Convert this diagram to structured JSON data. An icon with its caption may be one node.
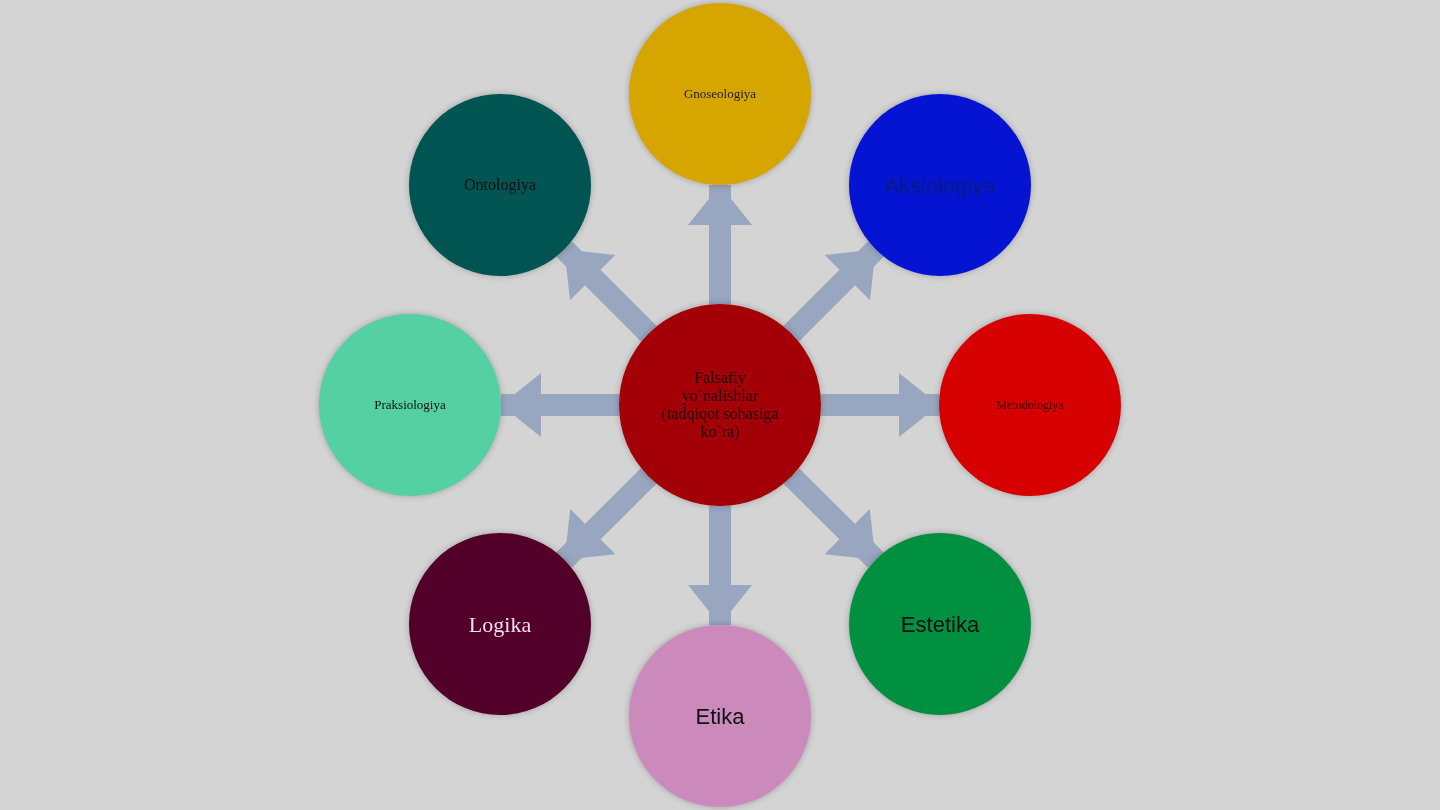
{
  "diagram": {
    "nodes": [
      {
        "text": [
          "Falsafiy yo`nalishlar (tadqiqot sohasiga ko`ra)"
        ]
      },
      {
        "text": [
          "Gnoseologiya"
        ]
      },
      {
        "text": [
          "Ontologiya"
        ]
      },
      {
        "text": [
          "Aksiologiya"
        ]
      },
      {
        "text": [
          "Praksiologiya"
        ]
      },
      {
        "text": [
          "Metodologiya"
        ]
      },
      {
        "text": [
          "Logika"
        ]
      },
      {
        "text": [
          "Estetika"
        ]
      },
      {
        "text": [
          "Etika"
        ]
      }
    ],
    "edges": [
      {
        "from": 0,
        "to": 1,
        "arrow": "to"
      },
      {
        "from": 0,
        "to": 3,
        "arrow": "to"
      },
      {
        "from": 0,
        "to": 5,
        "arrow": "to"
      },
      {
        "from": 0,
        "to": 7,
        "arrow": "to"
      },
      {
        "from": 0,
        "to": 8,
        "arrow": "to"
      },
      {
        "from": 0,
        "to": 6,
        "arrow": "to"
      },
      {
        "from": 0,
        "to": 4,
        "arrow": "to"
      },
      {
        "from": 0,
        "to": 2,
        "arrow": "to"
      }
    ]
  }
}
